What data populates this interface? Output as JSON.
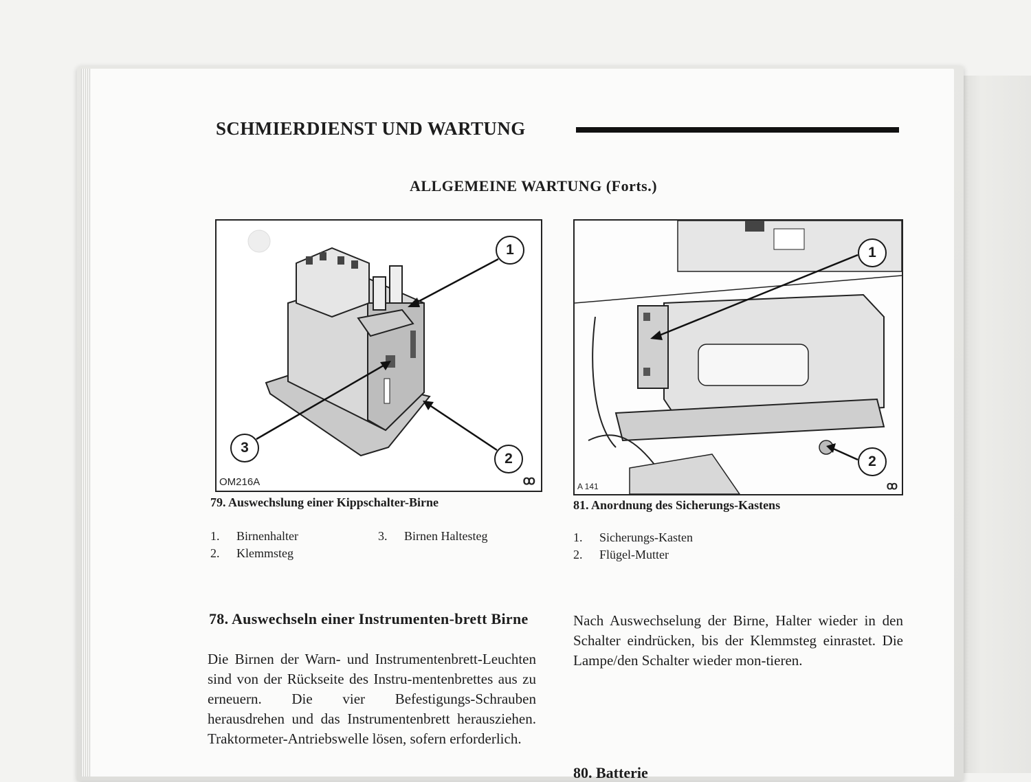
{
  "header": {
    "title": "SCHMIERDIENST UND WARTUNG",
    "section": "ALLGEMEINE WARTUNG (Forts.)"
  },
  "figures": [
    {
      "code": "OM216A",
      "caption": "79.  Auswechslung einer Kippschalter-Birne",
      "callouts": [
        "1",
        "2",
        "3"
      ],
      "legend": [
        {
          "n": "1.",
          "text": "Birnenhalter"
        },
        {
          "n": "2.",
          "text": "Klemmsteg"
        },
        {
          "n": "3.",
          "text": "Birnen Haltesteg"
        }
      ]
    },
    {
      "code": "A 141",
      "caption": "81.  Anordnung des Sicherungs-Kastens",
      "callouts": [
        "1",
        "2"
      ],
      "legend": [
        {
          "n": "1.",
          "text": "Sicherungs-Kasten"
        },
        {
          "n": "2.",
          "text": "Flügel-Mutter"
        }
      ]
    }
  ],
  "article": {
    "heading": "78.  Auswechseln einer Instrumenten-brett Birne",
    "body_left": "Die Birnen der Warn- und Instrumentenbrett-Leuchten sind von der Rückseite des Instru-mentenbrettes aus zu erneuern. Die vier Befestigungs-Schrauben herausdrehen und das Instrumentenbrett herausziehen. Traktormeter-Antriebswelle lösen, sofern erforderlich.",
    "body_right": "Nach Auswechselung der Birne, Halter wieder in den Schalter eindrücken, bis der Klemmsteg einrastet. Die Lampe/den Schalter wieder mon-tieren.",
    "next_heading_cut": "80.  Batterie"
  }
}
